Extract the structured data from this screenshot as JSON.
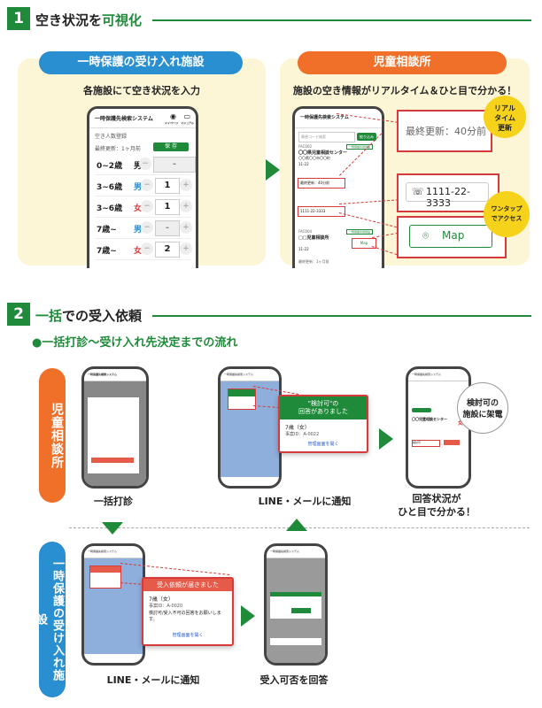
{
  "section1": {
    "number": "1",
    "title_prefix": "空き状況を",
    "title_highlight": "可視化",
    "left_pill": "一時保護の受け入れ施設",
    "left_caption": "各施設にて空き状況を入力",
    "right_pill": "児童相談所",
    "right_caption": "施設の空き情報がリアルタイム＆ひと目で分かる！",
    "input_phone": {
      "app_title": "一時保護先検索システム",
      "icon_labels": [
        "マイページ",
        "マニュアル"
      ],
      "facility": "空き人数登録",
      "updated": "最終更新：1ヶ月前",
      "save": "保 存",
      "rows": [
        {
          "age": "0~2歳",
          "sex": "男女",
          "value": "-"
        },
        {
          "age": "3~6歳",
          "sex": "男",
          "value": "1"
        },
        {
          "age": "3~6歳",
          "sex": "女",
          "value": "1"
        },
        {
          "age": "7歳~",
          "sex": "男",
          "value": "-"
        },
        {
          "age": "7歳~",
          "sex": "女",
          "value": "2"
        }
      ]
    },
    "search_phone": {
      "app_title": "一時保護先検索システム",
      "search_placeholder": "郵便コード検索",
      "search_button": "絞り込み",
      "facility1_code": "FAC002",
      "facility1_name": "〇〇県児童相談センター",
      "facility1_tag": "一時保護専用施設",
      "facility1_addr": "〇〇県〇〇市〇〇町",
      "facility1_date": "11-22",
      "last_update_small": "最終更新：40分前",
      "tel_small": "1111-22-3333",
      "facility2_code": "FAC004",
      "facility2_name": "□□児童相談所",
      "facility2_tag": "一時保護専用施設",
      "facility2_date": "11-22",
      "map_small": "Map",
      "bottom_small": "最終更新：1ヶ月前"
    },
    "zoom_update": "最終更新：40分前",
    "zoom_tel": "1111-22-3333",
    "zoom_map": "Map",
    "badge1": [
      "リアル",
      "タイム",
      "更新"
    ],
    "badge2": [
      "ワンタップ",
      "でアクセス"
    ]
  },
  "section2": {
    "number": "2",
    "title_highlight": "一括",
    "title_suffix": "での受入依頼",
    "subtitle": "●一括打診～受け入れ先決定までの流れ",
    "vlabel_top": "児童相談所",
    "vlabel_bottom": "一時保護の受け入れ施設",
    "cap_bulk": "一括打診",
    "cap_notify_top": "LINE・メールに通知",
    "cap_status": [
      "回答状況が",
      "ひと目で分かる！"
    ],
    "cap_notify_bottom": "LINE・メールに通知",
    "cap_answer": "受入可否を回答",
    "bubble": [
      "検討可の",
      "施設に架電"
    ],
    "notif_top": {
      "header": [
        "\"検討可\"の",
        "回答がありました"
      ],
      "line1": "7歳（女）",
      "line2": "事案ID：A-0022",
      "link": "管理画面を開く"
    },
    "notif_bottom": {
      "header": "受入依頼が届きました",
      "line1": "7歳（女）",
      "line2": "事案ID：A-0020",
      "line3": "検討可/受入不可の回答をお願いします。",
      "link": "管理画面を開く"
    },
    "phone_app_title": "一時保護先検索システム",
    "status_facility": "〇〇児童相談センター",
    "status_label": "検討可",
    "status_sex": "女",
    "colors": {
      "green": "#1f8a3a",
      "orange": "#f0702a",
      "blue": "#2a8fd0",
      "red": "#d63a3a",
      "yellow": "#f7d21b"
    }
  }
}
